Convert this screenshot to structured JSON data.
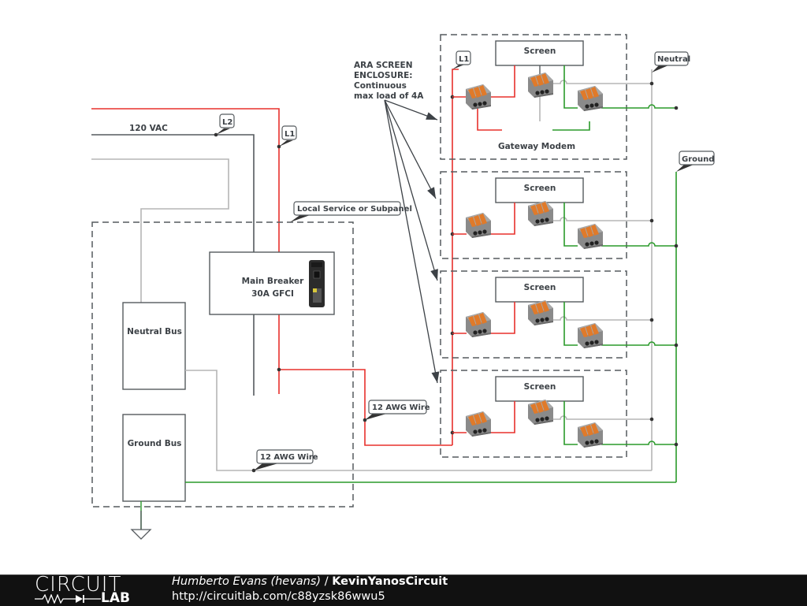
{
  "colors": {
    "hot": "#e8302c",
    "line_l2": "#555a5e",
    "neutral": "#b5b5b5",
    "ground": "#2a9a2a",
    "box": "#555a5e",
    "dash": "#555a5e",
    "footer_bg": "#111111"
  },
  "labels": {
    "source_voltage": "120 VAC",
    "enclosure_note": [
      "ARA SCREEN",
      "ENCLOSURE:",
      "Continuous",
      "max load of 4A"
    ],
    "gateway_modem": "Gateway Modem"
  },
  "tags": {
    "l2": "L2",
    "l1_source": "L1",
    "l1_enclosure": "L1",
    "neutral": "Neutral",
    "ground": "Ground",
    "local_service": "Local Service or Subpanel",
    "awg_hot": "12 AWG Wire",
    "awg_neutral": "12 AWG Wire"
  },
  "components": {
    "main_breaker": [
      "Main Breaker",
      "30A GFCI"
    ],
    "neutral_bus": "Neutral Bus",
    "ground_bus": "Ground Bus",
    "screens": [
      "Screen",
      "Screen",
      "Screen",
      "Screen"
    ]
  },
  "icons": {
    "breaker": "circuit-breaker-icon",
    "connector": "wago-lever-connector-icon",
    "earth": "earth-ground-icon"
  },
  "footer": {
    "logo_top": "CIRCUIT",
    "logo_bottom": "LAB",
    "author": "Humberto Evans (hevans)",
    "separator": " / ",
    "circuit_name": "KevinYanosCircuit",
    "url": "http://circuitlab.com/c88yzsk86wwu5"
  }
}
